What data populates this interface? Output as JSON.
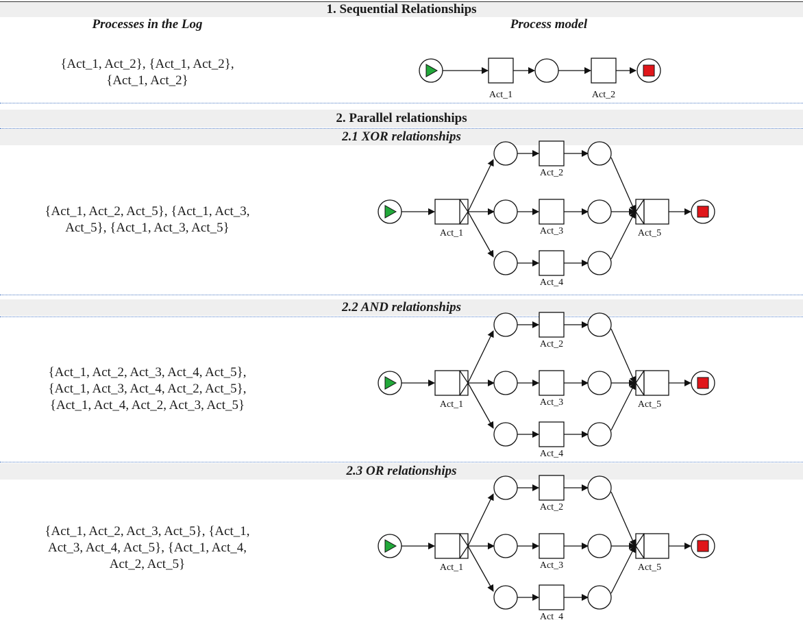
{
  "sections": {
    "seq_title": "1. Sequential Relationships",
    "parallel_title": "2. Parallel relationships",
    "xor_title": "2.1 XOR relationships",
    "and_title": "2.2 AND relationships",
    "or_title": "2.3 OR relationships"
  },
  "columns": {
    "log": "Processes in the Log",
    "model": "Process model"
  },
  "rows": {
    "seq": [
      "{Act_1, Act_2}, {Act_1, Act_2},",
      "{Act_1, Act_2}"
    ],
    "xor": [
      "{Act_1, Act_2, Act_5}, {Act_1, Act_3,",
      "Act_5}, {Act_1, Act_3, Act_5}"
    ],
    "and": [
      "{Act_1, Act_2, Act_3, Act_4, Act_5},",
      "{Act_1, Act_3, Act_4, Act_2, Act_5},",
      "{Act_1, Act_4, Act_2, Act_3, Act_5}"
    ],
    "or": [
      "{Act_1, Act_2, Act_3, Act_5}, {Act_1,",
      "Act_3, Act_4, Act_5}, {Act_1, Act_4,",
      "Act_2, Act_5}"
    ]
  },
  "labels": {
    "act_1": "Act_1",
    "act_2": "Act_2",
    "act_3": "Act_3",
    "act_4": "Act_4",
    "act_5": "Act_5"
  },
  "colors": {
    "start": "#22a83a",
    "end": "#e0161a",
    "rule": "#4a78c4",
    "header_bg": "#efefef"
  }
}
